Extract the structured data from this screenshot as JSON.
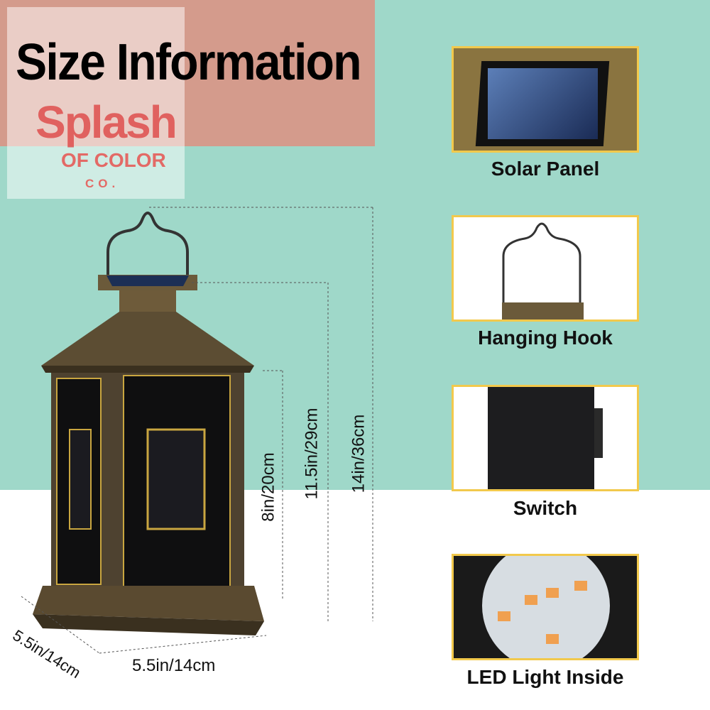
{
  "title": "Size Information",
  "watermark": {
    "line1": "Splash",
    "line2": "OF COLOR",
    "line3": "CO."
  },
  "dimensions": {
    "total_height": "14in/36cm",
    "body_height": "11.5in/29cm",
    "panel_height": "8in/20cm",
    "width": "5.5in/14cm",
    "depth": "5.5in/14cm"
  },
  "features": [
    {
      "label": "Solar Panel",
      "icon": "solar-panel"
    },
    {
      "label": "Hanging Hook",
      "icon": "hanging-hook"
    },
    {
      "label": "Switch",
      "icon": "switch"
    },
    {
      "label": "LED Light Inside",
      "icon": "led-light"
    }
  ],
  "colors": {
    "teal": "#9fd8c9",
    "title_bg": "#d49b8c",
    "card_border": "#f2c94c",
    "bronze": "#5a4a30"
  }
}
